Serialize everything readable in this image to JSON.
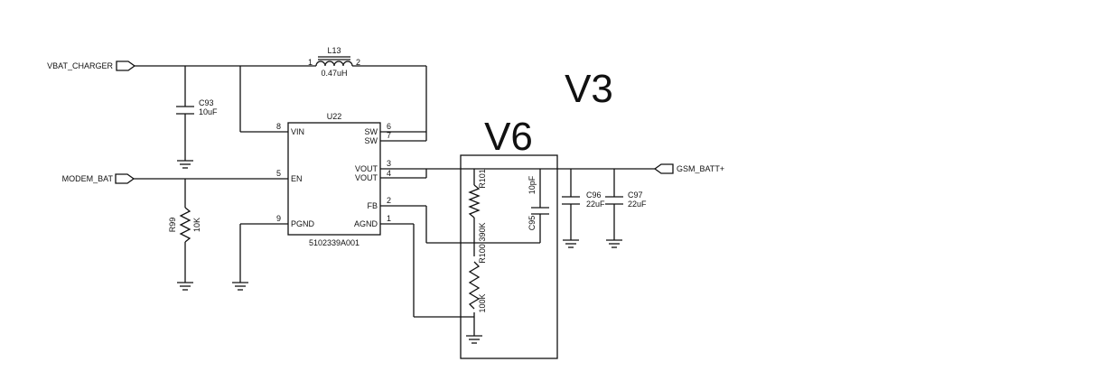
{
  "nets": {
    "vbat_charger": "VBAT_CHARGER",
    "modem_bat": "MODEM_BAT",
    "gsm_batt": "GSM_BATT+"
  },
  "inductor": {
    "ref": "L13",
    "value": "0.47uH",
    "pin1": "1",
    "pin2": "2"
  },
  "c93": {
    "ref": "C93",
    "value": "10uF"
  },
  "r99": {
    "ref": "R99",
    "value": "10K"
  },
  "ic": {
    "ref": "U22",
    "part": "5102339A001",
    "pins": {
      "vin": {
        "name": "VIN",
        "num": "8"
      },
      "en": {
        "name": "EN",
        "num": "5"
      },
      "pgnd": {
        "name": "PGND",
        "num": "9"
      },
      "sw1": {
        "name": "SW",
        "num": "6"
      },
      "sw2": {
        "name": "SW",
        "num": "7"
      },
      "vout1": {
        "name": "VOUT",
        "num": "3"
      },
      "vout2": {
        "name": "VOUT",
        "num": "4"
      },
      "fb": {
        "name": "FB",
        "num": "2"
      },
      "agnd": {
        "name": "AGND",
        "num": "1"
      }
    }
  },
  "r101": {
    "ref": "R101",
    "value": "390K"
  },
  "r100": {
    "ref": "R100",
    "value": "100K"
  },
  "c95": {
    "ref": "C95",
    "value": "10pF"
  },
  "c96": {
    "ref": "C96",
    "value": "22uF"
  },
  "c97": {
    "ref": "C97",
    "value": "22uF"
  },
  "annotations": {
    "v6": "V6",
    "v3": "V3"
  }
}
